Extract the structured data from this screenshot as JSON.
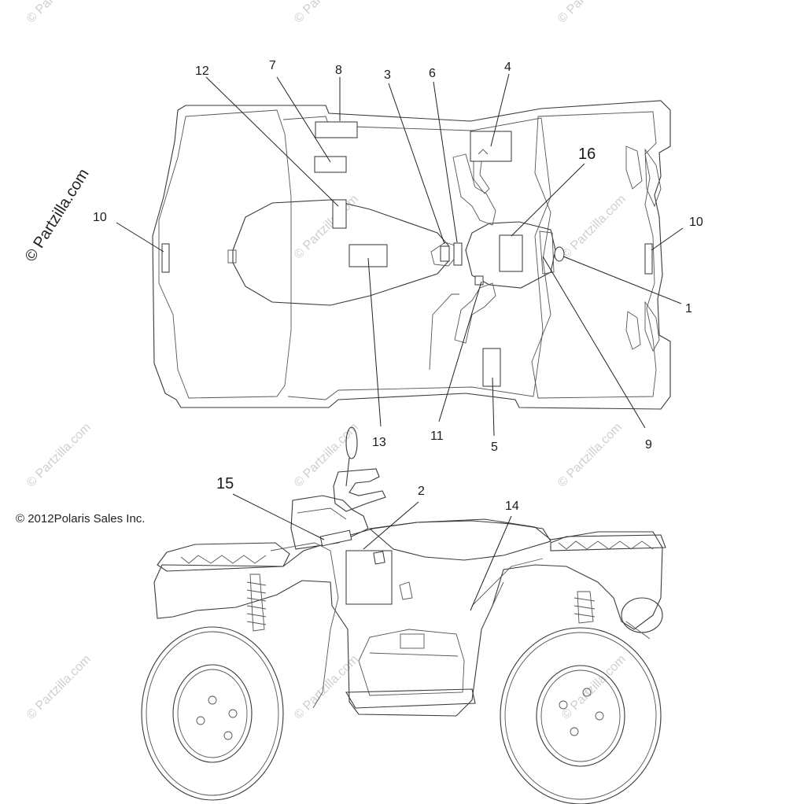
{
  "watermark_text": "© Partzilla.com",
  "brand_text": "© Partzilla.com",
  "copyright_text": "© 2012Polaris Sales Inc.",
  "callouts": {
    "c1": "1",
    "c2": "2",
    "c3": "3",
    "c4": "4",
    "c5": "5",
    "c6": "6",
    "c7": "7",
    "c8": "8",
    "c9": "9",
    "c10a": "10",
    "c10b": "10",
    "c11": "11",
    "c12": "12",
    "c13": "13",
    "c14": "14",
    "c15": "15",
    "c16": "16"
  }
}
